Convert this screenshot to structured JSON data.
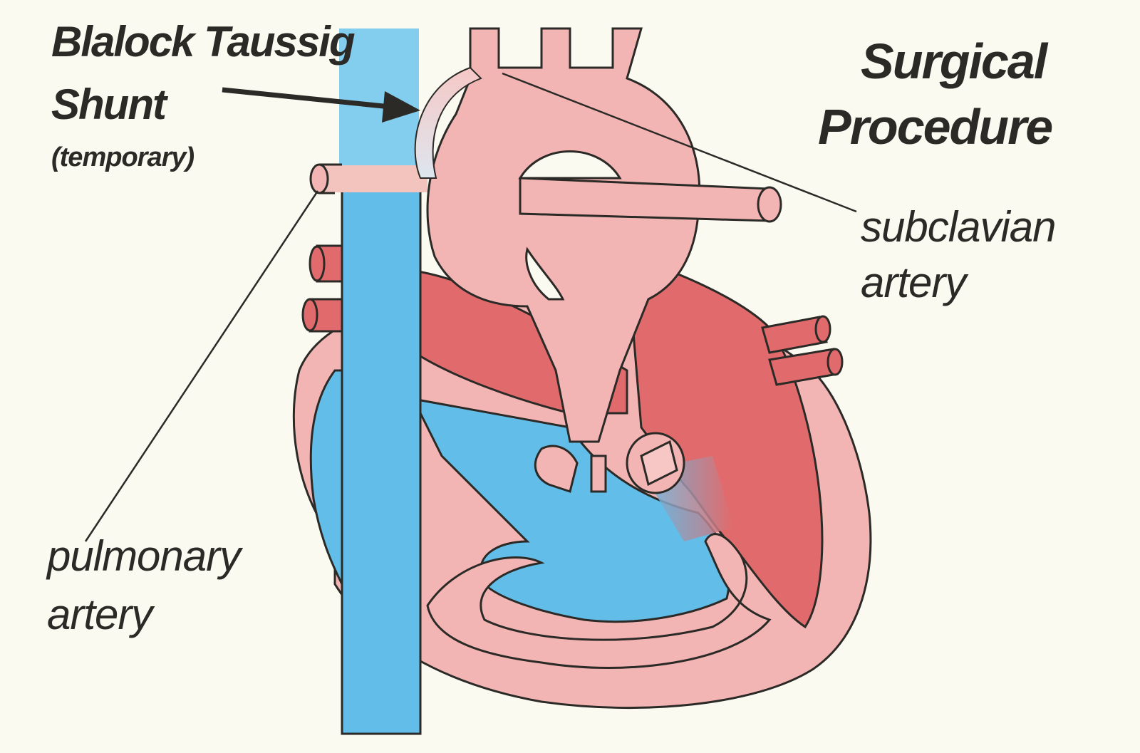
{
  "labels": {
    "shunt_line1": "Blalock Taussig",
    "shunt_line2": "Shunt",
    "shunt_note": "(temporary)",
    "procedure_line1": "Surgical",
    "procedure_line2": "Procedure",
    "subclavian_line1": "subclavian",
    "subclavian_line2": "artery",
    "pulmonary_line1": "pulmonary",
    "pulmonary_line2": "artery"
  },
  "colors": {
    "background": "#fbfaf1",
    "oxygenated_pink": "#f3b5b4",
    "oxygenated_red": "#e16b6c",
    "deoxygenated_blue": "#62bde8",
    "outline": "#2b2a27"
  }
}
